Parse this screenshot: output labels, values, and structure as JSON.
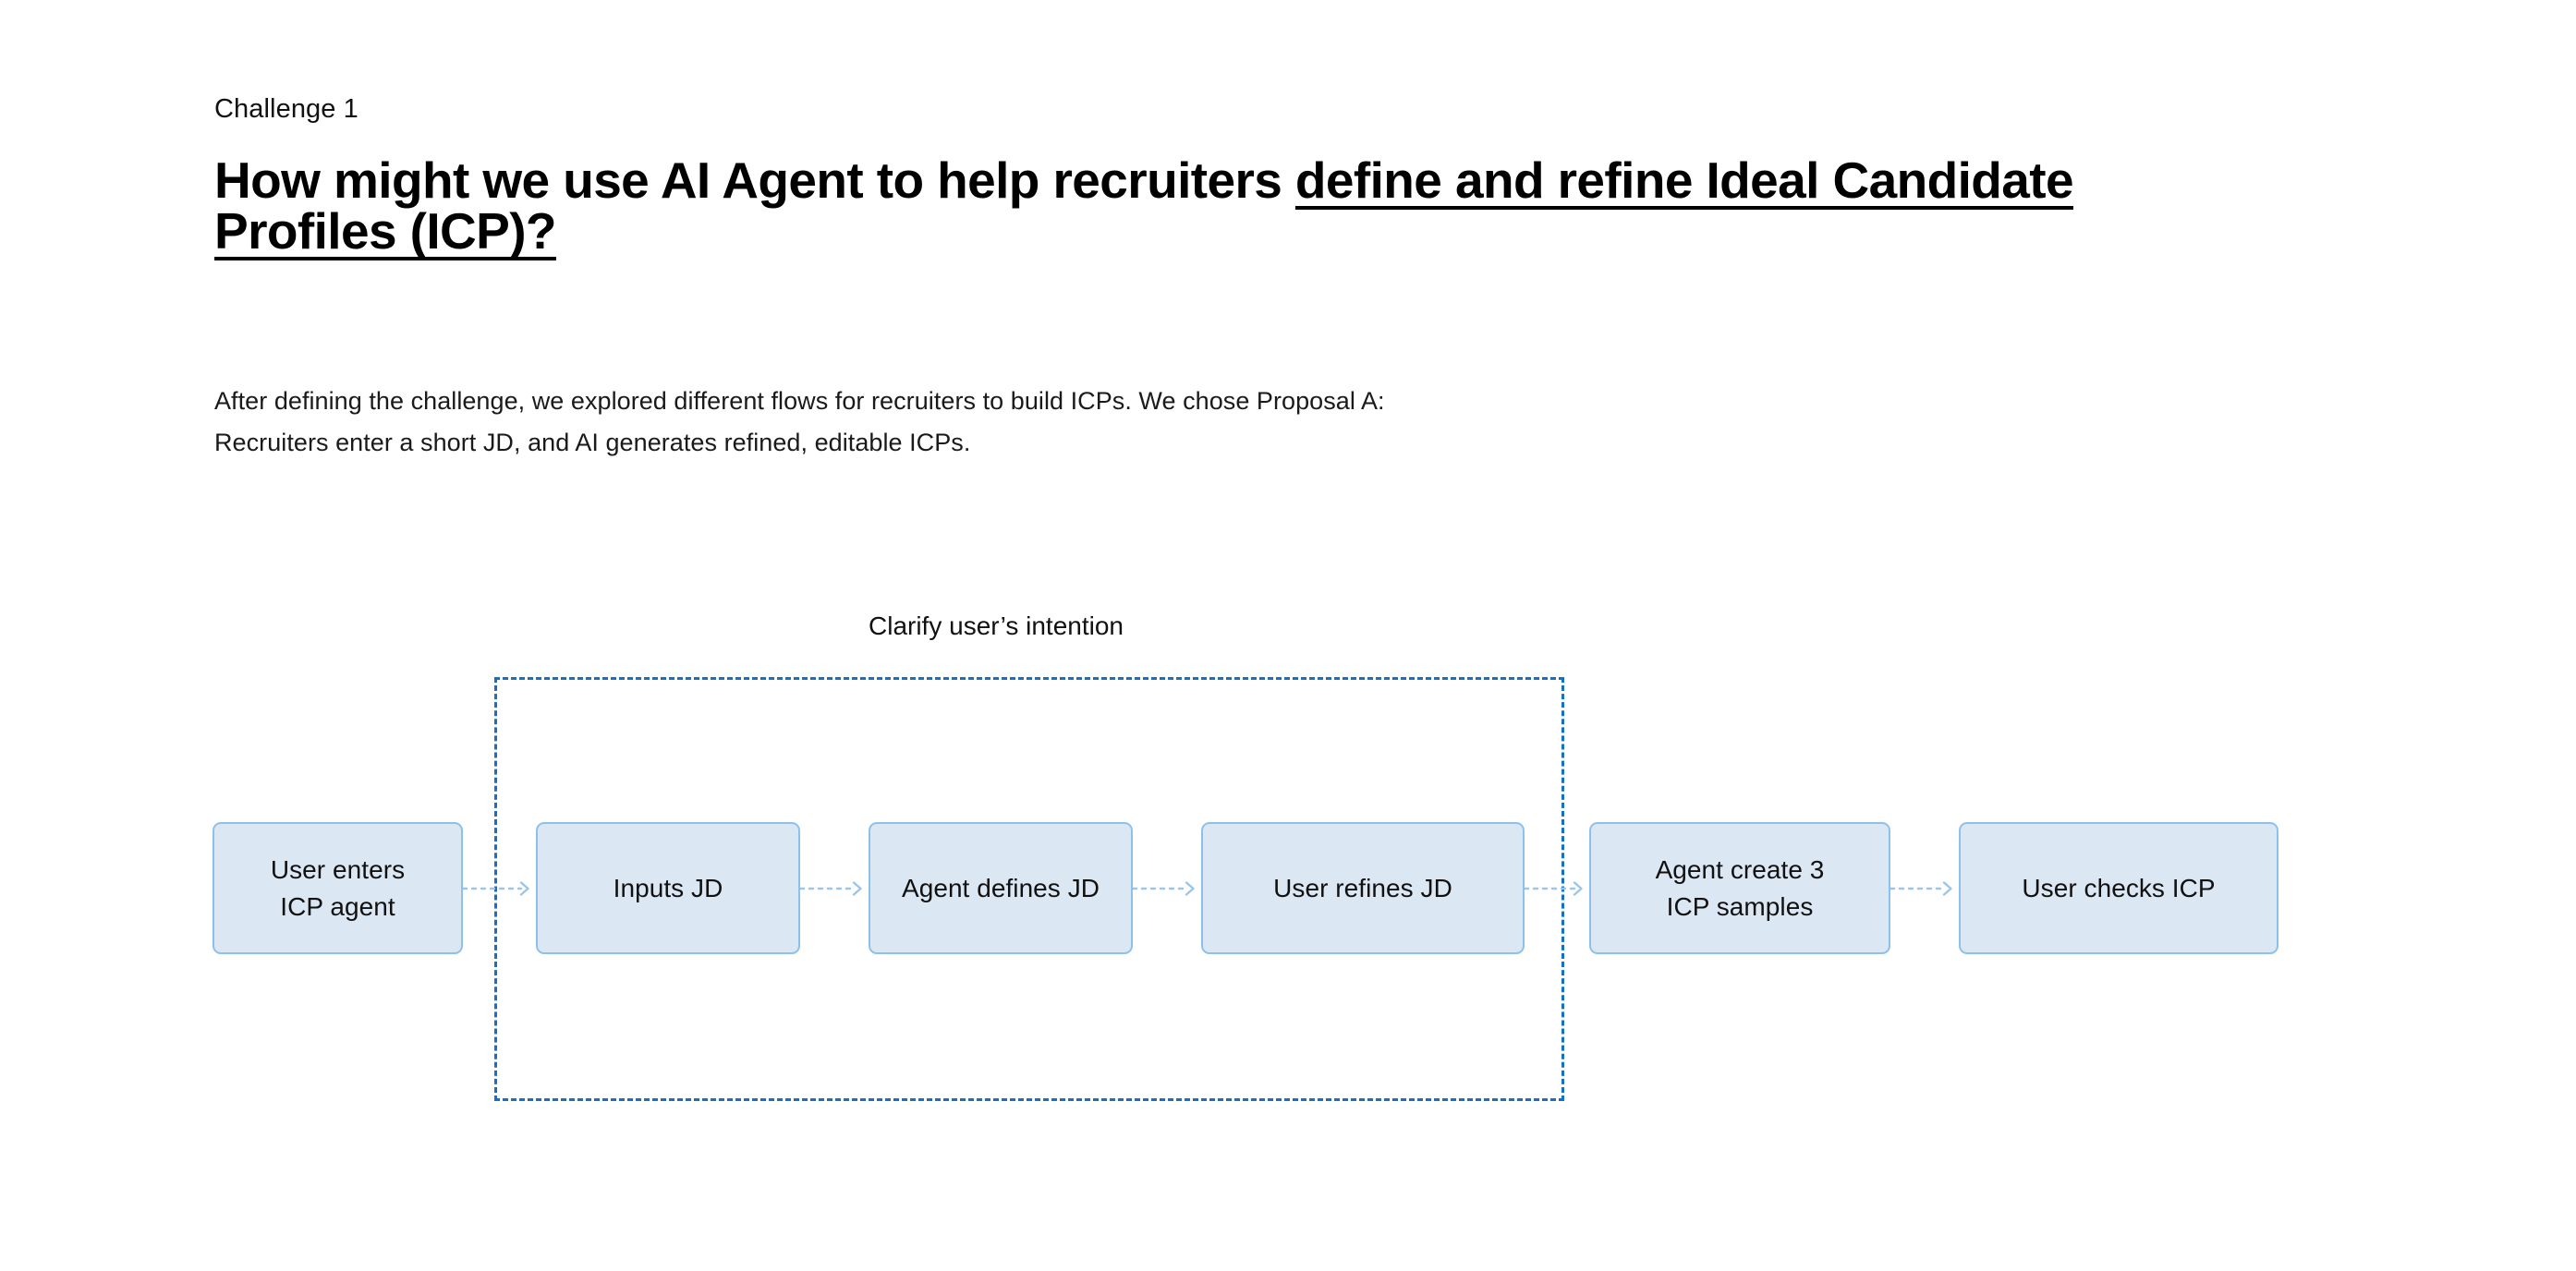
{
  "eyebrow": "Challenge 1",
  "headline": {
    "plain_prefix": "How might we use AI Agent to help recruiters ",
    "underlined": "define and refine Ideal Candidate Profiles (ICP)?",
    "full": "How might we use AI Agent to help recruiters define and refine Ideal Candidate Profiles (ICP)?"
  },
  "body": {
    "line1": "After defining the challenge, we explored different flows for recruiters to build ICPs. We chose Proposal A:",
    "line2": "Recruiters enter a short JD, and AI generates refined, editable ICPs."
  },
  "diagram": {
    "group_label": "Clarify user’s intention",
    "colors": {
      "node_fill": "#dce7f4",
      "node_border": "#8ec1ea",
      "group_border": "#1471c4",
      "connector": "#9cc5e8"
    },
    "nodes": [
      {
        "id": "user-enters-icp-agent",
        "line1": "User enters",
        "line2": "ICP agent",
        "in_group": false
      },
      {
        "id": "inputs-jd",
        "line1": "Inputs JD",
        "line2": "",
        "in_group": true
      },
      {
        "id": "agent-defines-jd",
        "line1": "Agent defines JD",
        "line2": "",
        "in_group": true
      },
      {
        "id": "user-refines-jd",
        "line1": "User refines JD",
        "line2": "",
        "in_group": true
      },
      {
        "id": "agent-create-3-icp-samples",
        "line1": "Agent create 3",
        "line2": "ICP samples",
        "in_group": false
      },
      {
        "id": "user-checks-icp",
        "line1": "User checks ICP",
        "line2": "",
        "in_group": false
      }
    ],
    "connectors": [
      {
        "from": "user-enters-icp-agent",
        "to": "inputs-jd"
      },
      {
        "from": "inputs-jd",
        "to": "agent-defines-jd"
      },
      {
        "from": "agent-defines-jd",
        "to": "user-refines-jd"
      },
      {
        "from": "user-refines-jd",
        "to": "agent-create-3-icp-samples"
      },
      {
        "from": "agent-create-3-icp-samples",
        "to": "user-checks-icp"
      }
    ]
  }
}
